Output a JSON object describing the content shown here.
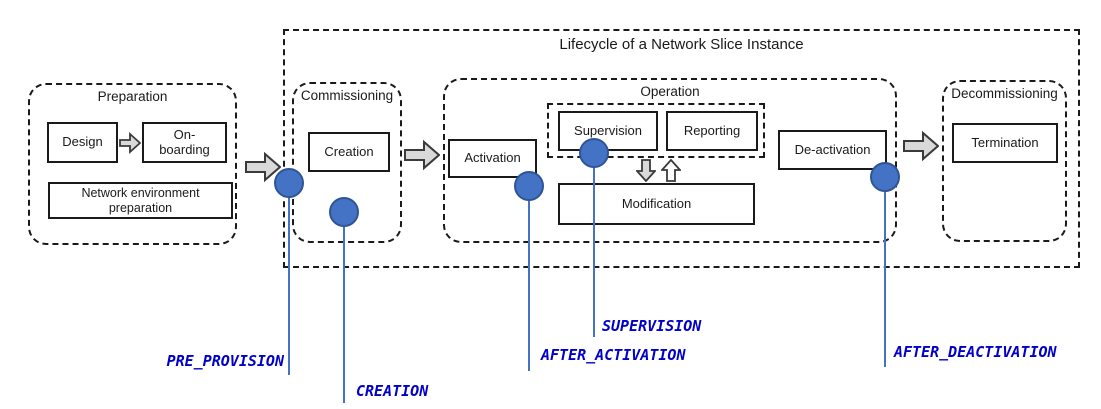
{
  "diagram": {
    "title": "Lifecycle of a Network Slice Instance",
    "phases": {
      "preparation": {
        "title": "Preparation",
        "steps": {
          "design": "Design",
          "onboarding": "On-\nboarding",
          "network_env": "Network environment\npreparation"
        }
      },
      "commissioning": {
        "title": "Commissioning",
        "steps": {
          "creation": "Creation"
        }
      },
      "operation": {
        "title": "Operation",
        "steps": {
          "activation": "Activation",
          "supervision": "Supervision",
          "reporting": "Reporting",
          "modification": "Modification",
          "deactivation": "De-activation"
        }
      },
      "decommissioning": {
        "title": "Decommissioning",
        "steps": {
          "termination": "Termination"
        }
      }
    },
    "markers": {
      "pre_provision": "PRE_PROVISION",
      "creation": "CREATION",
      "after_activation": "AFTER_ACTIVATION",
      "supervision": "SUPERVISION",
      "after_deactivation": "AFTER_DEACTIVATION"
    },
    "colors": {
      "marker_fill": "#4472C4",
      "marker_border": "#2F5597",
      "marker_line": "#4472C4",
      "marker_label_text": "#0000C8",
      "arrow_fill": "#D9D9D9",
      "box_border": "#1A1A1A"
    }
  }
}
